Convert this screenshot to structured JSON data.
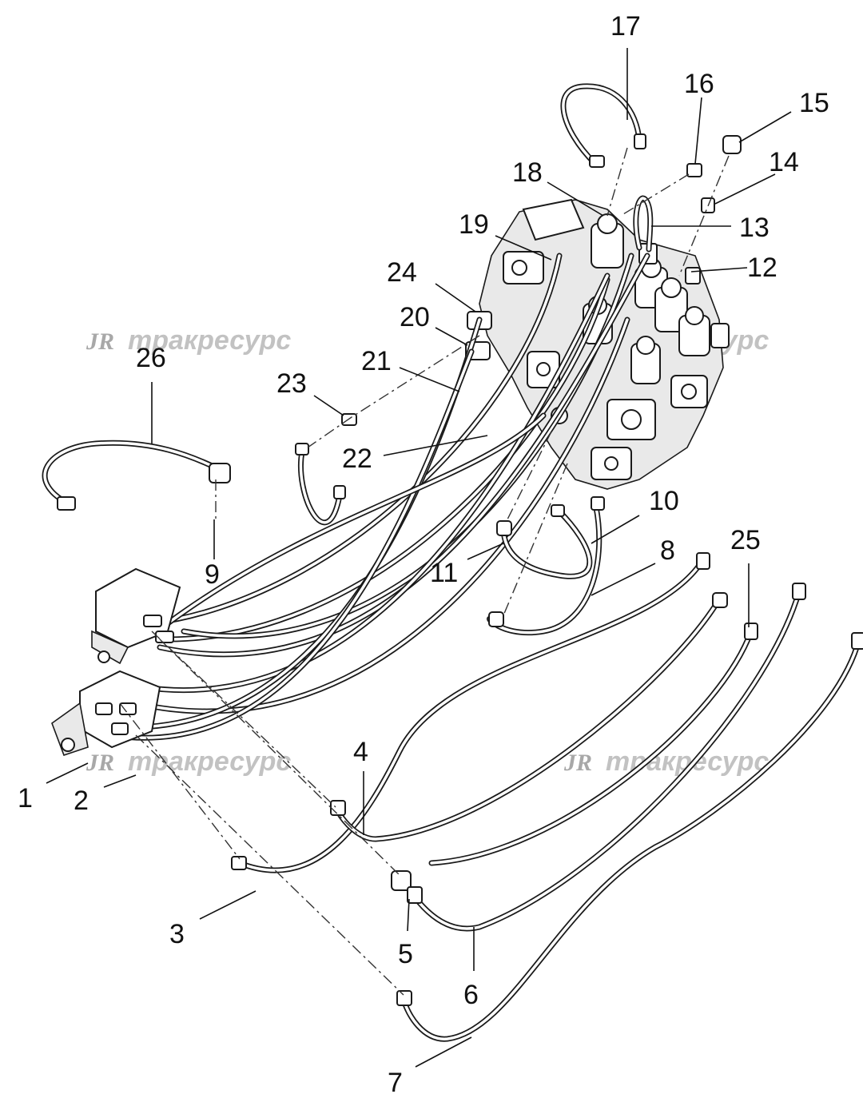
{
  "watermarks": [
    "тракресурс",
    "тракресурс",
    "тракресурс",
    "тракресурс"
  ],
  "callouts": [
    "1",
    "2",
    "3",
    "4",
    "5",
    "6",
    "7",
    "8",
    "9",
    "10",
    "11",
    "12",
    "13",
    "14",
    "15",
    "16",
    "17",
    "18",
    "19",
    "20",
    "21",
    "22",
    "23",
    "24",
    "25",
    "26"
  ]
}
